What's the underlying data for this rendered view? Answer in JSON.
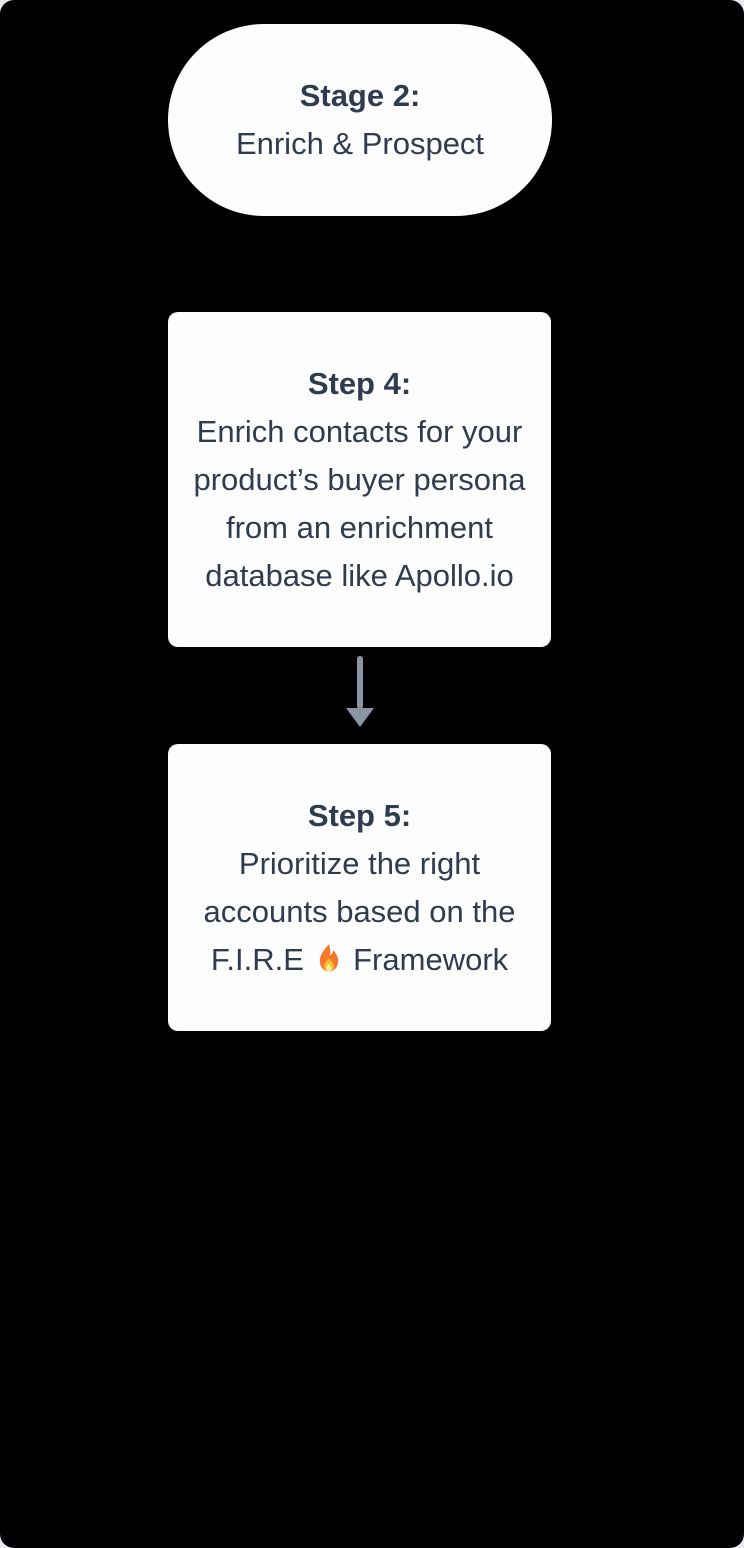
{
  "colors": {
    "page_background": "#e9e9ed",
    "canvas_background": "#010104",
    "card_background": "#fdfdfe",
    "text": "#2f3b4f",
    "arrow": "#8b95a4"
  },
  "stage_pill": {
    "title": "Stage 2:",
    "subtitle": "Enrich & Prospect"
  },
  "steps": {
    "step4": {
      "title": "Step 4:",
      "body": "Enrich contacts for your product’s buyer persona from an enrichment database like Apollo.io"
    },
    "step5": {
      "title": "Step 5:",
      "body_start": "Prioritize the right accounts based on the F.I.R.E",
      "emoji": "🔥",
      "body_end": "Framework"
    }
  }
}
